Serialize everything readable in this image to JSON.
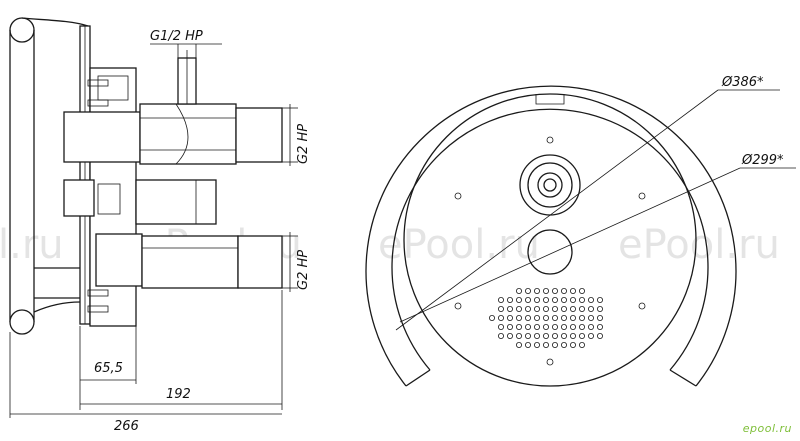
{
  "dimensions": {
    "thread_top": "G1/2 HP",
    "thread_upper": "G2 HP",
    "thread_lower": "G2 HP",
    "depth_small": "65,5",
    "depth_mid": "192",
    "depth_total": "266",
    "diameter_outer": "Ø386*",
    "diameter_inner": "Ø299*"
  },
  "watermarks": [
    "l.ru",
    "ePool.ru",
    "ePool.ru",
    "ePool.ru"
  ],
  "logo": "epool.ru",
  "colors": {
    "line": "#1a1a1a",
    "watermark": "#cfcfcf",
    "logo": "#7fbf3a"
  }
}
